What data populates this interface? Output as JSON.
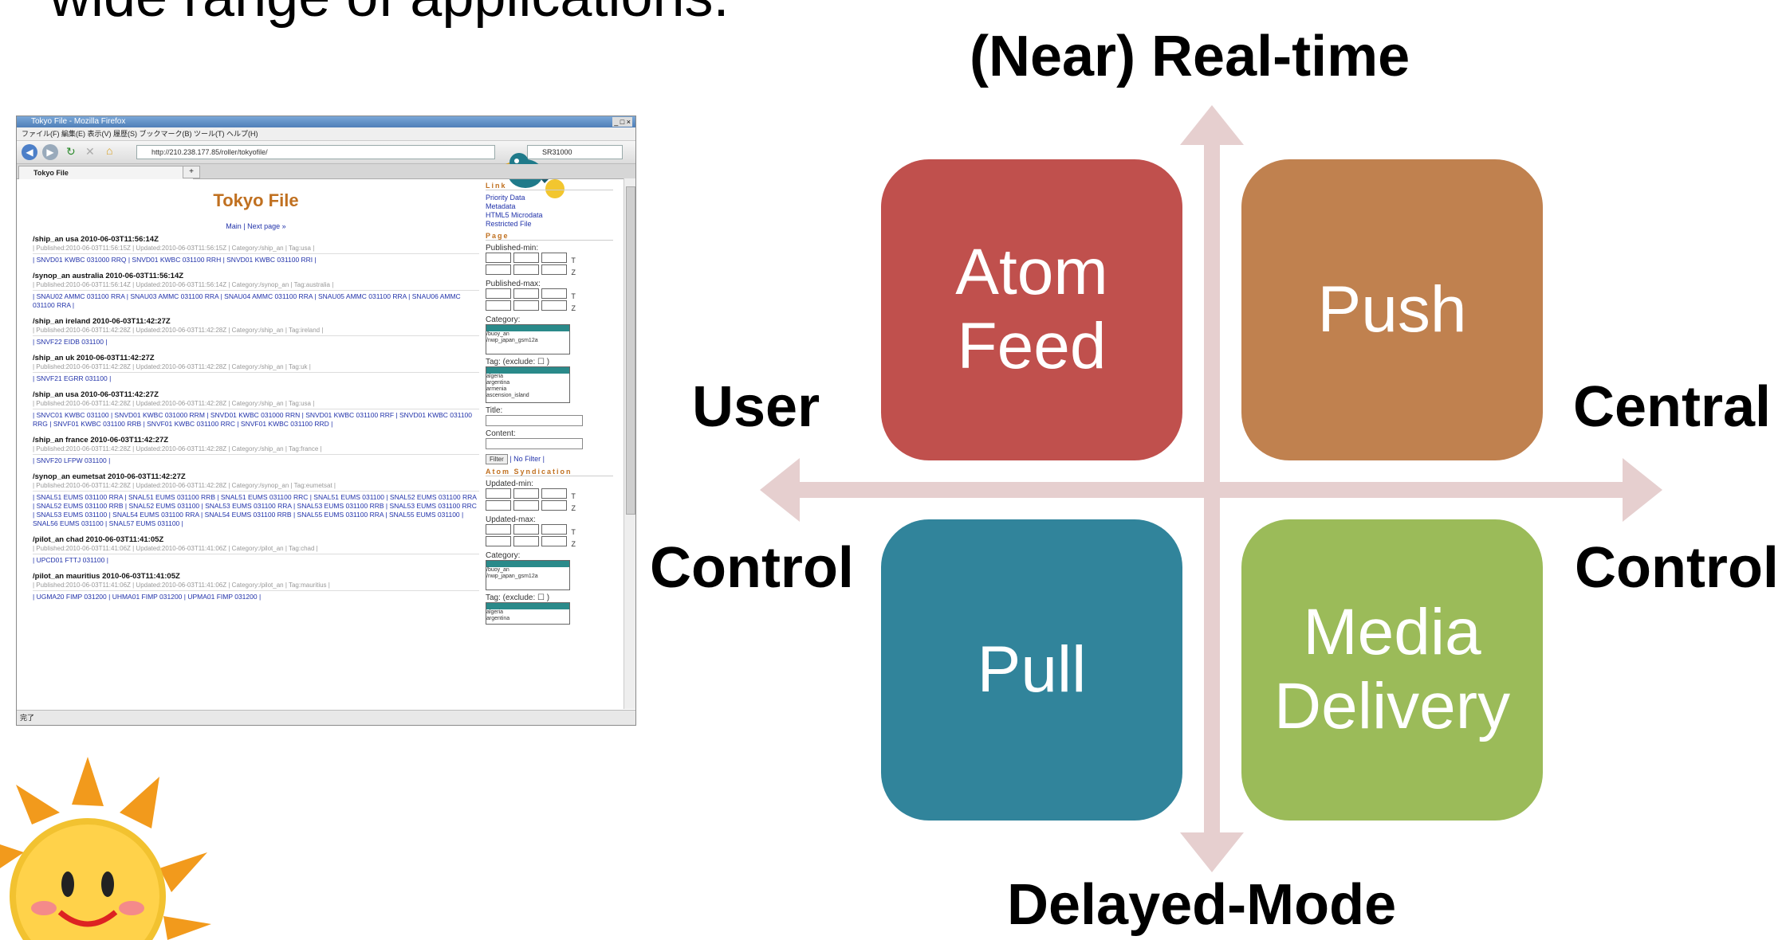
{
  "intro": {
    "text": "wide range of applications."
  },
  "browser": {
    "window_title": "Tokyo File - Mozilla Firefox",
    "menu": "ファイル(F)  編集(E)  表示(V)  履歴(S)  ブックマーク(B)  ツール(T)  ヘルプ(H)",
    "url": "http://210.238.177.85/roller/tokyofile/",
    "search": "SR31000",
    "tab": "Tokyo File",
    "heading": "Tokyo File",
    "subnav": "Main | Next page »",
    "entries": [
      {
        "title": "/ship_an usa 2010-06-03T11:56:14Z",
        "meta": "| Published:2010-06-03T11:56:15Z | Updated:2010-06-03T11:56:15Z | Category:/ship_an | Tag:usa |",
        "links": "| SNVD01 KWBC 031000 RRQ | SNVD01 KWBC 031100 RRH | SNVD01 KWBC 031100 RRI |"
      },
      {
        "title": "/synop_an australia 2010-06-03T11:56:14Z",
        "meta": "| Published:2010-06-03T11:56:14Z | Updated:2010-06-03T11:56:14Z | Category:/synop_an | Tag:australia |",
        "links": "| SNAU02 AMMC 031100 RRA | SNAU03 AMMC 031100 RRA | SNAU04 AMMC 031100 RRA | SNAU05 AMMC 031100 RRA | SNAU06 AMMC 031100 RRA |"
      },
      {
        "title": "/ship_an ireland 2010-06-03T11:42:27Z",
        "meta": "| Published:2010-06-03T11:42:28Z | Updated:2010-06-03T11:42:28Z | Category:/ship_an | Tag:ireland |",
        "links": "| SNVF22 EIDB 031100 |"
      },
      {
        "title": "/ship_an uk 2010-06-03T11:42:27Z",
        "meta": "| Published:2010-06-03T11:42:28Z | Updated:2010-06-03T11:42:28Z | Category:/ship_an | Tag:uk |",
        "links": "| SNVF21 EGRR 031100 |"
      },
      {
        "title": "/ship_an usa 2010-06-03T11:42:27Z",
        "meta": "| Published:2010-06-03T11:42:28Z | Updated:2010-06-03T11:42:28Z | Category:/ship_an | Tag:usa |",
        "links": "| SNVC01 KWBC 031100 | SNVD01 KWBC 031000 RRM | SNVD01 KWBC 031000 RRN | SNVD01 KWBC 031100 RRF | SNVD01 KWBC 031100 RRG | SNVF01 KWBC 031100 RRB | SNVF01 KWBC 031100 RRC | SNVF01 KWBC 031100 RRD |"
      },
      {
        "title": "/ship_an france 2010-06-03T11:42:27Z",
        "meta": "| Published:2010-06-03T11:42:28Z | Updated:2010-06-03T11:42:28Z | Category:/ship_an | Tag:france |",
        "links": "| SNVF20 LFPW 031100 |"
      },
      {
        "title": "/synop_an eumetsat 2010-06-03T11:42:27Z",
        "meta": "| Published:2010-06-03T11:42:28Z | Updated:2010-06-03T11:42:28Z | Category:/synop_an | Tag:eumetsat |",
        "links": "| SNAL51 EUMS 031100 RRA | SNAL51 EUMS 031100 RRB | SNAL51 EUMS 031100 RRC | SNAL51 EUMS 031100 | SNAL52 EUMS 031100 RRA | SNAL52 EUMS 031100 RRB | SNAL52 EUMS 031100 | SNAL53 EUMS 031100 RRA | SNAL53 EUMS 031100 RRB | SNAL53 EUMS 031100 RRC | SNAL53 EUMS 031100 | SNAL54 EUMS 031100 RRA | SNAL54 EUMS 031100 RRB | SNAL55 EUMS 031100 RRA | SNAL55 EUMS 031100 | SNAL56 EUMS 031100 | SNAL57 EUMS 031100 |"
      },
      {
        "title": "/pilot_an chad 2010-06-03T11:41:05Z",
        "meta": "| Published:2010-06-03T11:41:06Z | Updated:2010-06-03T11:41:06Z | Category:/pilot_an | Tag:chad |",
        "links": "| UPCD01 FTTJ 031100 |"
      },
      {
        "title": "/pilot_an mauritius 2010-06-03T11:41:05Z",
        "meta": "| Published:2010-06-03T11:41:06Z | Updated:2010-06-03T11:41:06Z | Category:/pilot_an | Tag:mauritius |",
        "links": "| UGMA20 FIMP 031200 | UHMA01 FIMP 031200 | UPMA01 FIMP 031200 |"
      }
    ],
    "side": {
      "link_head": "Link",
      "links": [
        "Priority Data",
        "Metadata",
        "HTML5 Microdata",
        "Restricted File"
      ],
      "page_head": "Page",
      "published_min": "Published-min:",
      "published_max": "Published-max:",
      "category": "Category:",
      "category_opts": [
        "/buoy_an",
        "/nwp_japan_gsm12a"
      ],
      "tag": "Tag: (exclude: ☐ )",
      "tag_opts": [
        "algeria",
        "argentina",
        "armenia",
        "ascension_island"
      ],
      "title": "Title:",
      "content": "Content:",
      "filter_btn": "Filter",
      "no_filter": "| No Filter |",
      "atom_head": "Atom Syndication",
      "updated_min": "Updated-min:",
      "updated_max": "Updated-max:",
      "category2": "Category:",
      "tag2": "Tag: (exclude: ☐ )",
      "tag_opts2": [
        "algeria",
        "argentina"
      ]
    },
    "status": "完了"
  },
  "diagram": {
    "top": "(Near) Real-time",
    "bottom": "Delayed-Mode",
    "left_top": "User",
    "left_bottom": "Control",
    "right_top": "Central",
    "right_bottom": "Control",
    "quadrants": {
      "tl": {
        "line1": "Atom",
        "line2": "Feed",
        "color": "#c0504d"
      },
      "tr": {
        "line1": "Push",
        "color": "#c0814f"
      },
      "bl": {
        "line1": "Pull",
        "color": "#31849b"
      },
      "br": {
        "line1": "Media",
        "line2": "Delivery",
        "color": "#9bbb59"
      }
    },
    "arrow_color": "#e6cfcf"
  }
}
